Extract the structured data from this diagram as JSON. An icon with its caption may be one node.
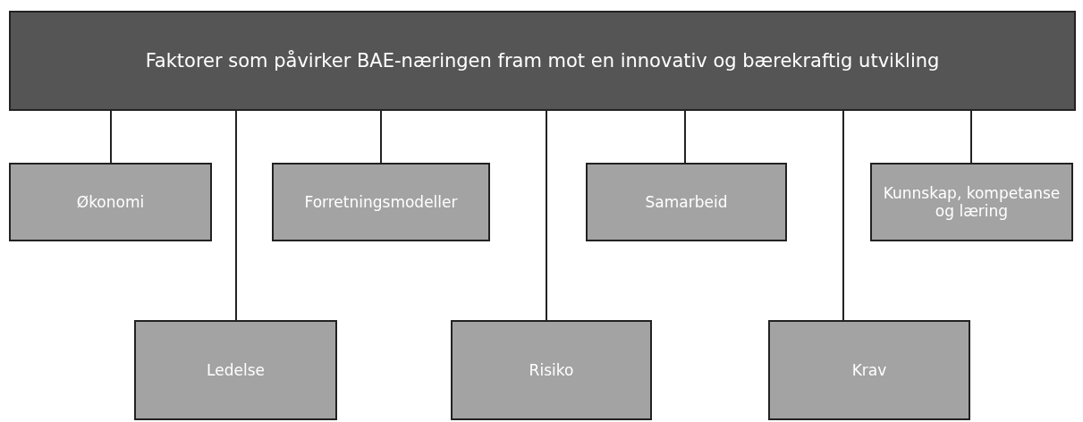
{
  "diagram": {
    "nodes": [
      {
        "text": [
          "Faktorer som påvirker BAE-næringen fram mot en innovativ og bærekraftig utvikling"
        ]
      },
      {
        "text": [
          "Økonomi"
        ]
      },
      {
        "text": [
          "Ledelse"
        ]
      },
      {
        "text": [
          "Forretningsmodeller"
        ]
      },
      {
        "text": [
          "Risiko"
        ]
      },
      {
        "text": [
          "Samarbeid"
        ]
      },
      {
        "text": [
          "Krav"
        ]
      },
      {
        "text": [
          "Kunnskap, kompetanse og læring"
        ]
      }
    ],
    "edges": [
      {
        "from": 0,
        "to": 1,
        "arrow": "none"
      },
      {
        "from": 0,
        "to": 2,
        "arrow": "none"
      },
      {
        "from": 0,
        "to": 3,
        "arrow": "none"
      },
      {
        "from": 0,
        "to": 4,
        "arrow": "none"
      },
      {
        "from": 0,
        "to": 5,
        "arrow": "none"
      },
      {
        "from": 0,
        "to": 6,
        "arrow": "none"
      },
      {
        "from": 0,
        "to": 7,
        "arrow": "none"
      }
    ]
  }
}
